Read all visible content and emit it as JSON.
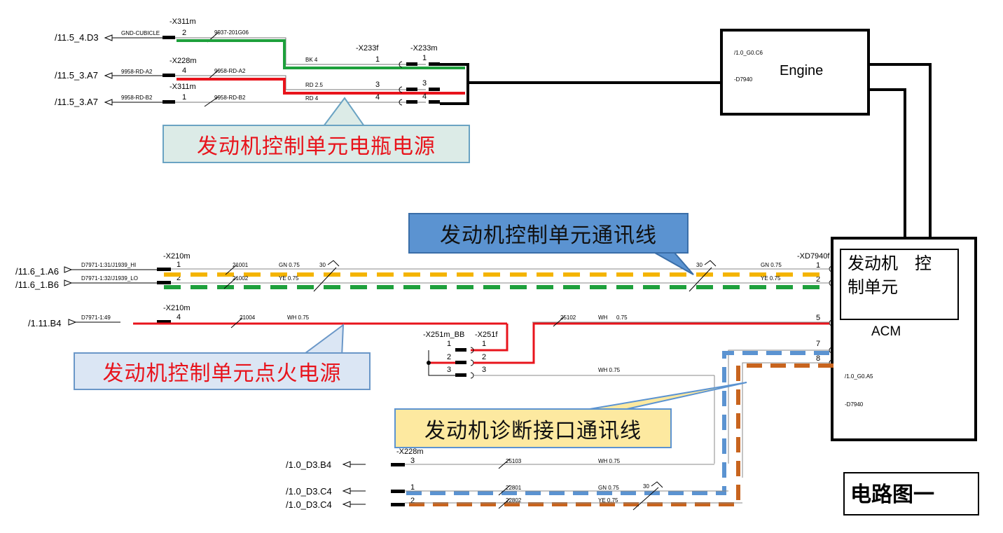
{
  "title_box": "电路图一",
  "callouts": {
    "battery_power": "发动机控制单元电瓶电源",
    "comm_line": "发动机控制单元通讯线",
    "ignition_power": "发动机控制单元点火电源",
    "diag_comm_line": "发动机诊断接口通讯线"
  },
  "engine_box": {
    "label": "Engine",
    "ref": "/1.0_G0.C6",
    "id": "-D7940"
  },
  "acm_box": {
    "inner_label_line1": "发动机　控",
    "inner_label_line2": "制单元",
    "label": "ACM",
    "ref": "/1.0_G0.A5",
    "id": "-D7940"
  },
  "top_section": {
    "refs": [
      "/11.5_4.D3",
      "/11.5_3.A7",
      "/11.5_3.A7"
    ],
    "signals": [
      "GND-CUBICLE",
      "9958-RD-A2",
      "9958-RD-B2"
    ],
    "connectors": [
      "-X311m",
      "-X228m",
      "-X311m",
      "-X233f",
      "-X233m"
    ],
    "pins_left": [
      "2",
      "4",
      "1"
    ],
    "wire_ids": [
      "9937-201G06",
      "9958-RD-A2",
      "9958-RD-B2"
    ],
    "wire_colors": [
      "BK  4",
      "RD  2.5",
      "RD  4"
    ],
    "pins_x233f": [
      "1",
      "3",
      "4"
    ],
    "pins_x233m": [
      "1",
      "3",
      "4"
    ]
  },
  "middle_section": {
    "refs": [
      "/11.6_1.A6",
      "/11.6_1.B6",
      "/1.11.B4"
    ],
    "signals": [
      "D7971-1:31/J1939_HI",
      "D7971-1:32/J1939_LO",
      "D7971-1:49"
    ],
    "connectors": [
      "-X210m",
      "-X210m",
      "-XD7940f",
      "-X251m_BB",
      "-X251f"
    ],
    "pins_left": [
      "1",
      "2",
      "4"
    ],
    "wire_ids": [
      "21001",
      "21002",
      "21004",
      "25102"
    ],
    "wire_colors": [
      "GN  0.75",
      "YE  0.75",
      "WH 0.75",
      "WH",
      "0.75",
      "WH 0.75"
    ],
    "twist": "30",
    "acm_pins": [
      "1",
      "2",
      "5",
      "7",
      "8"
    ],
    "x251_pins": [
      "1",
      "2",
      "3"
    ]
  },
  "bottom_section": {
    "refs": [
      "/1.0_D3.B4",
      "/1.0_D3.C4",
      "/1.0_D3.C4"
    ],
    "connectors": [
      "-X228m"
    ],
    "pins": [
      "3",
      "1",
      "2"
    ],
    "wire_ids": [
      "25103",
      "22801",
      "22802"
    ],
    "wire_colors": [
      "WH 0.75",
      "GN  0.75",
      "YE  0.75"
    ],
    "twist": "30"
  },
  "colors": {
    "green": "#1ea03c",
    "red": "#e8141c",
    "orange_dash": "#f4b400",
    "blue_dash": "#5b93d1",
    "brown_dash": "#c8641e",
    "black": "#000000"
  }
}
